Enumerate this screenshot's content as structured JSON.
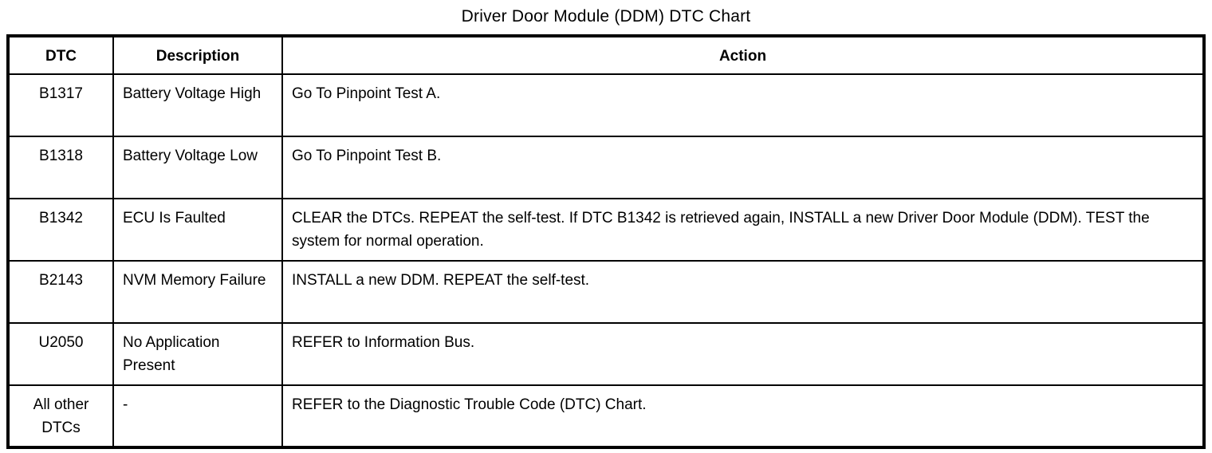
{
  "title": "Driver Door Module (DDM) DTC Chart",
  "table": {
    "headers": [
      "DTC",
      "Description",
      "Action"
    ],
    "rows": [
      {
        "dtc": "B1317",
        "description": "Battery Voltage High",
        "action": "Go To Pinpoint Test A."
      },
      {
        "dtc": "B1318",
        "description": "Battery Voltage Low",
        "action": "Go To Pinpoint Test B."
      },
      {
        "dtc": "B1342",
        "description": "ECU Is Faulted",
        "action": "CLEAR the DTCs. REPEAT the self-test. If DTC B1342 is retrieved again, INSTALL a new Driver Door Module (DDM). TEST the system for normal operation."
      },
      {
        "dtc": "B2143",
        "description": "NVM Memory Failure",
        "action": "INSTALL a new DDM. REPEAT the self-test."
      },
      {
        "dtc": "U2050",
        "description": "No Application Present",
        "action": "REFER to Information Bus."
      },
      {
        "dtc": "All other DTCs",
        "description": "-",
        "action": "REFER to the Diagnostic Trouble Code (DTC) Chart."
      }
    ]
  },
  "colors": {
    "border": "#000000",
    "text": "#000000",
    "background": "#ffffff"
  }
}
